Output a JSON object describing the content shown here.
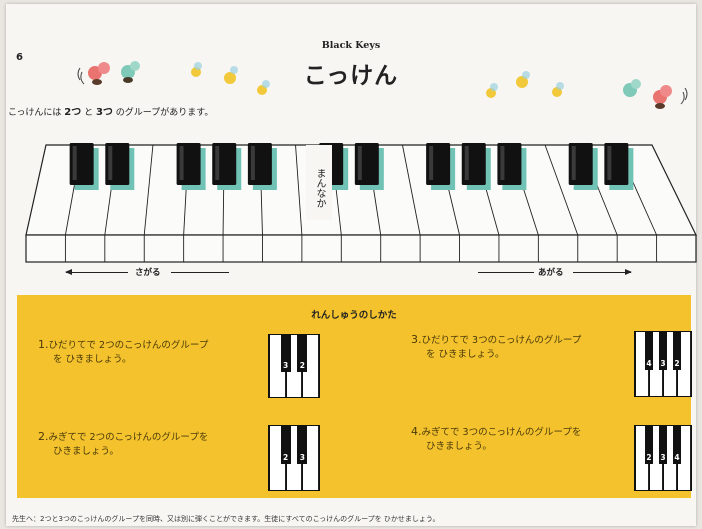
{
  "page": {
    "number": "6",
    "subtitle": "Black Keys",
    "title": "こっけん",
    "intro_pre": "こっけんには ",
    "intro_two": "2つ",
    "intro_mid": " と ",
    "intro_three": "3つ",
    "intro_post": " のグループがあります。"
  },
  "keyboard": {
    "middle_label": "まんなか",
    "lower_label": "さがる",
    "higher_label": "あがる",
    "white_key_count": 17
  },
  "practice": {
    "title": "れんしゅうのしかた",
    "items": [
      {
        "num": "1.",
        "line1": "ひだりてで 2つのこっけんのグループ",
        "line2": "を ひきましょう。",
        "labels": [
          "3",
          "2"
        ]
      },
      {
        "num": "3.",
        "line1": "ひだりてで 3つのこっけんのグループ",
        "line2": "を ひきましょう。",
        "labels": [
          "4",
          "3",
          "2"
        ]
      },
      {
        "num": "2.",
        "line1": "みぎてで 2つのこっけんのグループを",
        "line2": "ひきましょう。",
        "labels": [
          "2",
          "3"
        ]
      },
      {
        "num": "4.",
        "line1": "みぎてで 3つのこっけんのグループを",
        "line2": "ひきましょう。",
        "labels": [
          "2",
          "3",
          "4"
        ]
      }
    ]
  },
  "footer": {
    "text": "先生へ：2つと3つのこっけんのグループを同時、又は別に弾くことができます。生徒にすべてのこっけんのグループを ひかせましょう。"
  },
  "colors": {
    "yellow": "#f4c22d",
    "black_key": "#111111",
    "black_key_shadow": "#6fc2b4"
  }
}
